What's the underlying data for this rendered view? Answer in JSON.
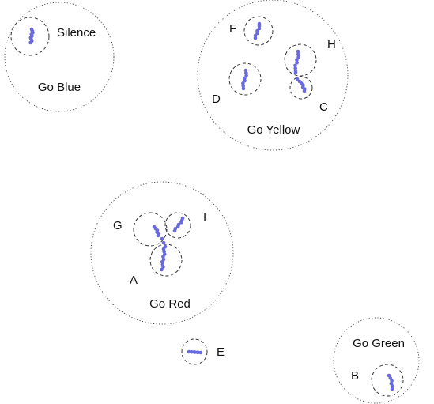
{
  "groups": {
    "blue": {
      "label": "Go Blue"
    },
    "yellow": {
      "label": "Go Yellow"
    },
    "red": {
      "label": "Go Red"
    },
    "green": {
      "label": "Go Green"
    }
  },
  "clusters": {
    "silence": {
      "label": "Silence"
    },
    "a": {
      "label": "A"
    },
    "b": {
      "label": "B"
    },
    "c": {
      "label": "C"
    },
    "d": {
      "label": "D"
    },
    "e": {
      "label": "E"
    },
    "f": {
      "label": "F"
    },
    "g": {
      "label": "G"
    },
    "h": {
      "label": "H"
    },
    "i": {
      "label": "I"
    }
  },
  "colors": {
    "point": "#6a6ae0"
  }
}
